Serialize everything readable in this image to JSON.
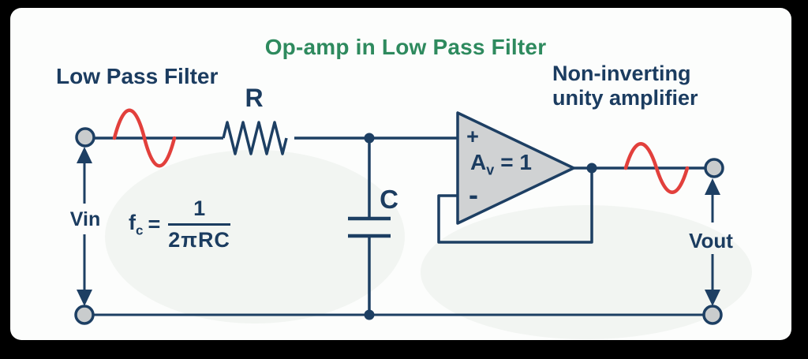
{
  "title": "Op-amp in Low Pass Filter",
  "section_labels": {
    "input": "Low Pass Filter",
    "output_line1": "Non-inverting",
    "output_line2": "unity amplifier"
  },
  "components": {
    "resistor": "R",
    "capacitor": "C",
    "opamp_plus": "+",
    "opamp_minus": "-",
    "opamp_gain_base": "A",
    "opamp_gain_sub": "v",
    "opamp_gain_eq": "= 1"
  },
  "signals": {
    "vin": "Vin",
    "vout": "Vout"
  },
  "formula": {
    "symbol": "f",
    "symbol_sub": "c",
    "equals": "=",
    "numerator": "1",
    "denominator": "2πRC"
  },
  "colors": {
    "title_green": "#2e8a5e",
    "label_navy": "#1b3c60",
    "wire_navy": "#1d3f63",
    "sine_red": "#e2403c",
    "terminal_gray": "#c9cccd",
    "opamp_gray": "#d0d2d3",
    "frame_black": "#000000",
    "canvas_white": "#fcfdfc"
  }
}
